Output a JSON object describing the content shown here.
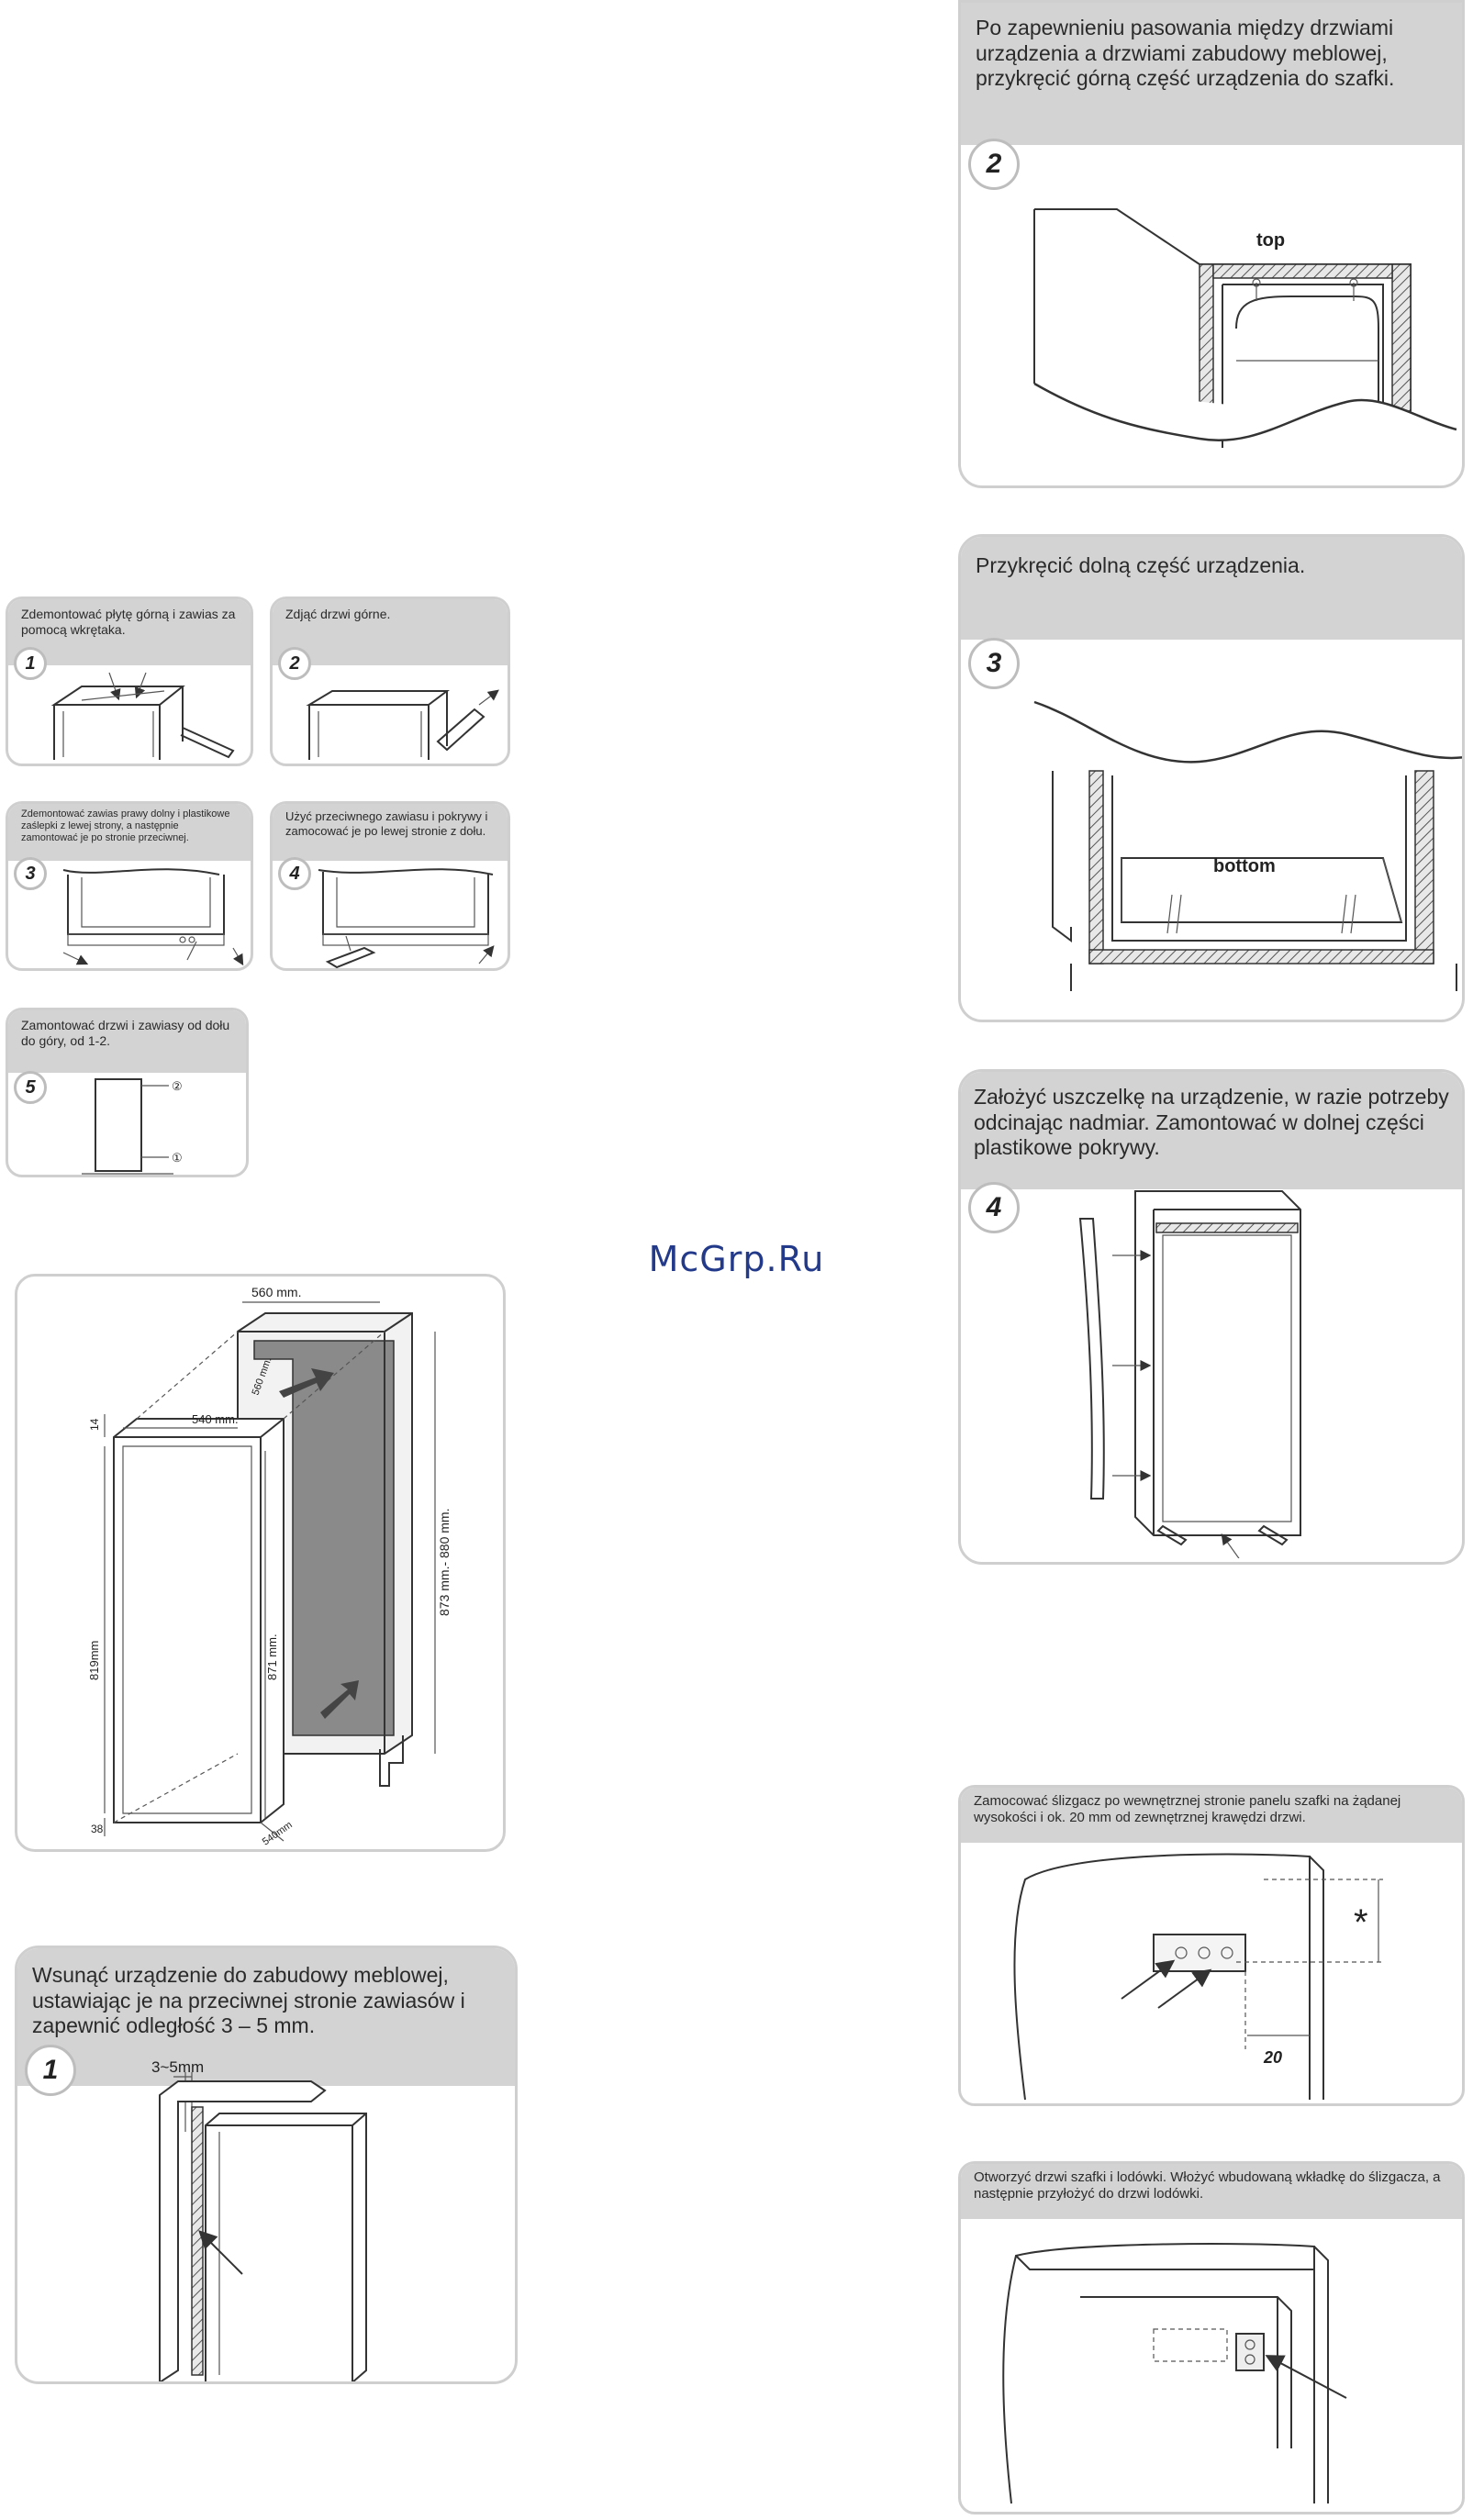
{
  "watermark": "McGrp.Ru",
  "left_steps": [
    {
      "num": "1",
      "text": "Zdemontować płytę górną i zawias za pomocą wkrętaka."
    },
    {
      "num": "2",
      "text": "Zdjąć drzwi górne."
    },
    {
      "num": "3",
      "text": "Zdemontować zawias prawy dolny i plastikowe zaślepki z lewej strony, a następnie zamontować je po stronie przeciwnej."
    },
    {
      "num": "4",
      "text": "Użyć przeciwnego zawiasu i pokrywy i zamocować je po lewej stronie z dołu."
    },
    {
      "num": "5",
      "text": "Zamontować drzwi i zawiasy od dołu do góry, od 1-2.",
      "marks": [
        "②",
        "①"
      ]
    }
  ],
  "dimensions": {
    "d560": "560 mm.",
    "d540": "540 mm.",
    "d540b": "540mm",
    "d560v": "560 mm.",
    "d819": "819mm",
    "d871": "871  mm.",
    "d873": "873 mm.- 880 mm.",
    "d14": "14",
    "d38": "38"
  },
  "left_big": {
    "num": "1",
    "text": "Wsunąć urządzenie do zabudowy meblowej, ustawiając je na przeciwnej stronie zawiasów i zapewnić odległość 3 – 5 mm.",
    "gap_label": "3~5mm"
  },
  "right_steps": [
    {
      "num": "2",
      "text": "Po zapewnieniu pasowania między drzwiami urządzenia a drzwiami zabudowy meblowej, przykręcić górną część urządzenia do szafki.",
      "label": "top"
    },
    {
      "num": "3",
      "text": "Przykręcić dolną część urządzenia.",
      "label": "bottom"
    },
    {
      "num": "4",
      "text": "Założyć uszczelkę na urządzenie, w razie potrzeby odcinając nadmiar. Zamontować w dolnej części plastikowe pokrywy."
    }
  ],
  "slider_panels": [
    {
      "text": "Zamocować ślizgacz po wewnętrznej stronie panelu szafki na żądanej wysokości i ok. 20 mm od zewnętrznej krawędzi drzwi.",
      "star": "*",
      "dim": "20"
    },
    {
      "text": "Otworzyć drzwi szafki i lodówki. Włożyć wbudowaną wkładkę do ślizgacza, a następnie przyłożyć do drzwi lodówki."
    }
  ]
}
